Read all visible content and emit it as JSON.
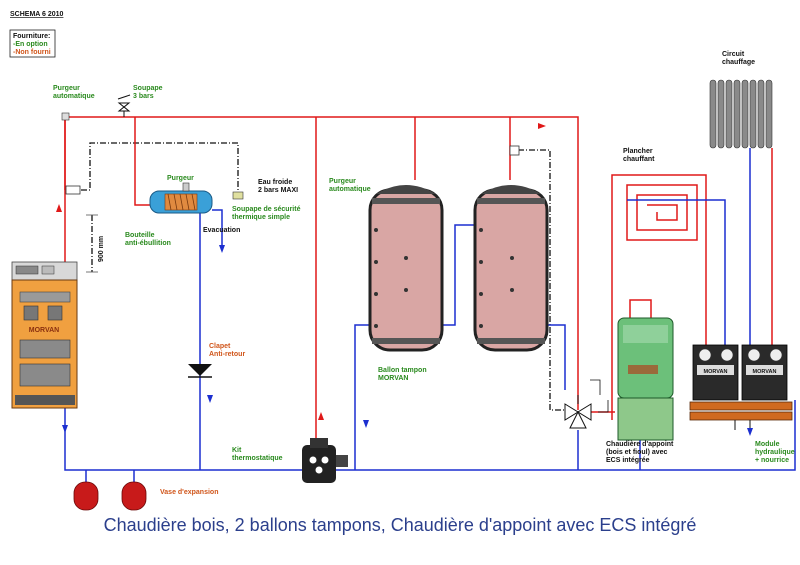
{
  "header": {
    "schema": "SCHEMA 6  2010"
  },
  "legend": {
    "title": "Fourniture:",
    "option": "-En option",
    "non_fourni": "-Non fourni",
    "colors": {
      "option": "#2a8a1e",
      "non_fourni": "#d0551a"
    }
  },
  "labels": {
    "purgeur_auto_1": [
      "Purgeur",
      "automatique"
    ],
    "soupape": [
      "Soupape",
      "3 bars"
    ],
    "purgeur": "Purgeur",
    "eau_froide": [
      "Eau froide",
      "2 bars MAXI"
    ],
    "soupape_securite": [
      "Soupape de sécurité",
      "thermique simple"
    ],
    "bouteille": [
      "Bouteille",
      "anti-ébullition"
    ],
    "evacuation": "Evacuation",
    "height_900": "900 mm",
    "clapet": [
      "Clapet",
      "Anti-retour"
    ],
    "kit": [
      "Kit",
      "thermostatique"
    ],
    "vase": "Vase d'expansion",
    "purgeur_auto_2": [
      "Purgeur",
      "automatique"
    ],
    "ballon": [
      "Ballon tampon",
      "MORVAN"
    ],
    "plancher": [
      "Plancher",
      "chauffant"
    ],
    "circuit": [
      "Circuit",
      "chauffage"
    ],
    "chaudiere_appoint": [
      "Chaudière d'appoint",
      "(bois et fioul) avec",
      "ECS intégrée"
    ],
    "module": [
      "Module",
      "hydraulique",
      "+ nourrice"
    ],
    "boiler_brand": "MORVAN",
    "module_brand": "MORVAN"
  },
  "caption": "Chaudière bois, 2 ballons tampons, Chaudière d'appoint avec ECS intégré",
  "colors": {
    "hot_pipe": "#e01818",
    "cold_pipe": "#1c2fd0",
    "tank": "#d8a4a0",
    "boiler": "#f0a040",
    "caption": "#2b3f8c"
  }
}
